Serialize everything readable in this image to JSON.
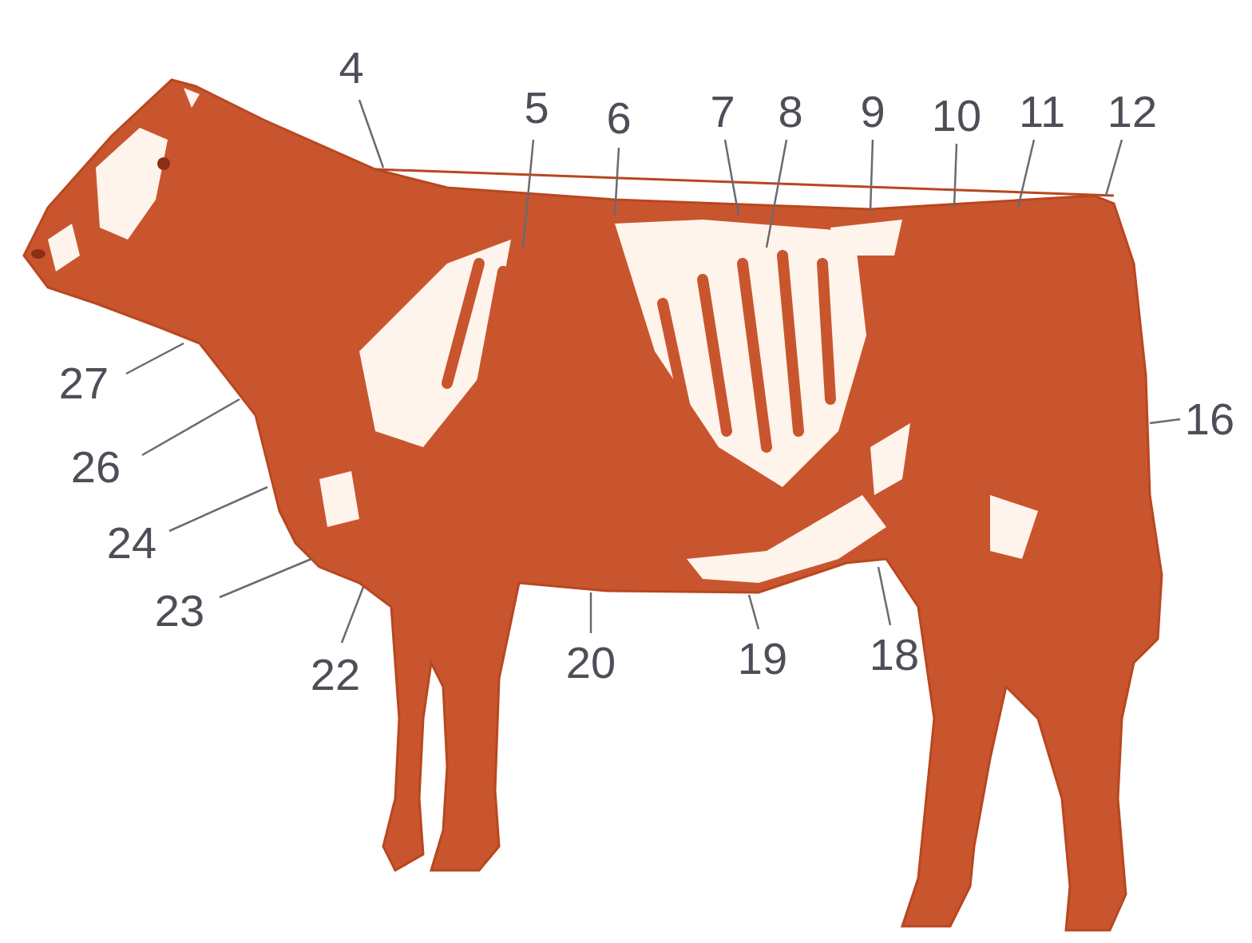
{
  "diagram": {
    "labels": [
      "4",
      "5",
      "6",
      "7",
      "8",
      "9",
      "10",
      "11",
      "12",
      "16",
      "27",
      "26",
      "24",
      "23",
      "22",
      "20",
      "19",
      "18"
    ]
  }
}
